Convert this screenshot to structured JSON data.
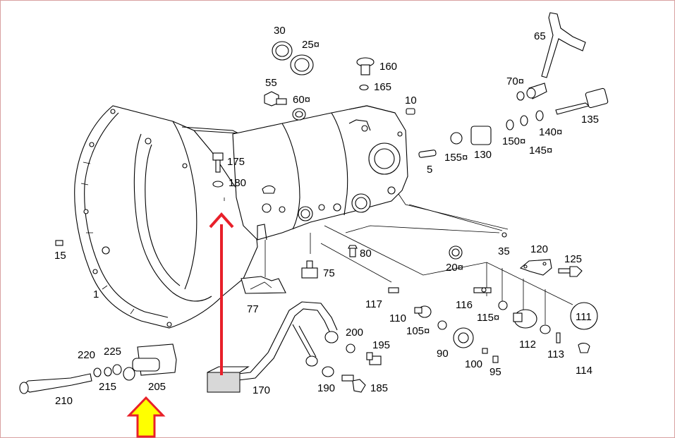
{
  "diagram": {
    "labels": {
      "l1": "1",
      "l5": "5",
      "l10": "10",
      "l15": "15",
      "l20": "20¤",
      "l25": "25¤",
      "l30": "30",
      "l35": "35",
      "l55": "55",
      "l60": "60¤",
      "l65": "65",
      "l70": "70¤",
      "l75": "75",
      "l77": "77",
      "l80": "80",
      "l90": "90",
      "l95": "95",
      "l100": "100",
      "l105": "105¤",
      "l110": "110",
      "l111": "111",
      "l112": "112",
      "l113": "113",
      "l114": "114",
      "l115": "115¤",
      "l116": "116",
      "l117": "117",
      "l120": "120",
      "l125": "125",
      "l130": "130",
      "l135": "135",
      "l140": "140¤",
      "l145": "145¤",
      "l150": "150¤",
      "l155": "155¤",
      "l160": "160",
      "l165": "165",
      "l170": "170",
      "l175": "175",
      "l180": "180",
      "l185": "185",
      "l190": "190",
      "l195": "195",
      "l200": "200",
      "l205": "205",
      "l210": "210",
      "l215": "215",
      "l220": "220",
      "l225": "225"
    },
    "colors": {
      "red_arrow": "#e8202a",
      "yellow_arrow_fill": "#ffff00",
      "yellow_arrow_stroke": "#e8202a",
      "frame": "#d9a0a0"
    }
  }
}
